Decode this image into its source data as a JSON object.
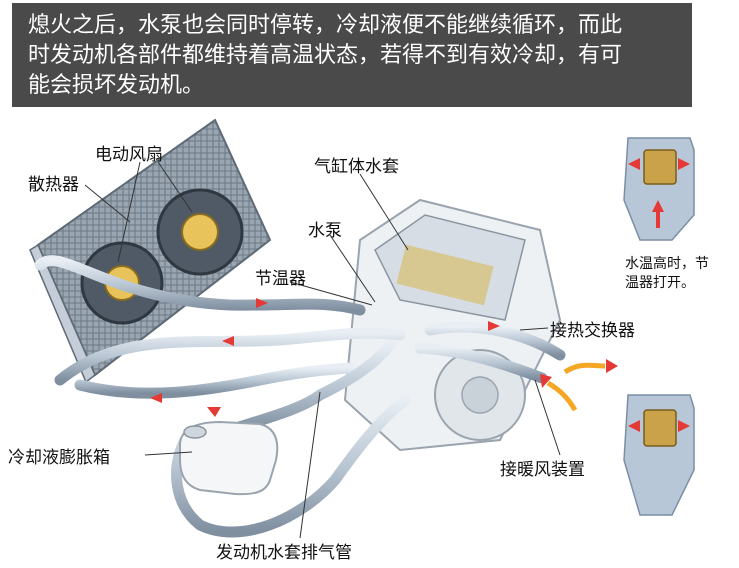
{
  "banner": {
    "line1": "熄火之后，水泵也会同时停转，冷却液便不能继续循环，而此",
    "line2": "时发动机各部件都维持着高温状态，若得不到有效冷却，有可",
    "line3": "能会损坏发动机。"
  },
  "labels": {
    "fan": "电动风扇",
    "radiator": "散热器",
    "water_jacket": "气缸体水套",
    "pump": "水泵",
    "thermostat": "节温器",
    "heat_exchanger": "接热交换器",
    "heater": "接暖风装置",
    "expansion_tank": "冷却液膨胀箱",
    "vent_pipe": "发动机水套排气管"
  },
  "thermostat_note": {
    "line1": "水温高时，节",
    "line2": "温器打开。"
  },
  "colors": {
    "banner_bg": "#4a4a4a",
    "pipe": "#b9c6d3",
    "flow_arrow": "#e53935",
    "warm_arrow": "#f5a623"
  }
}
